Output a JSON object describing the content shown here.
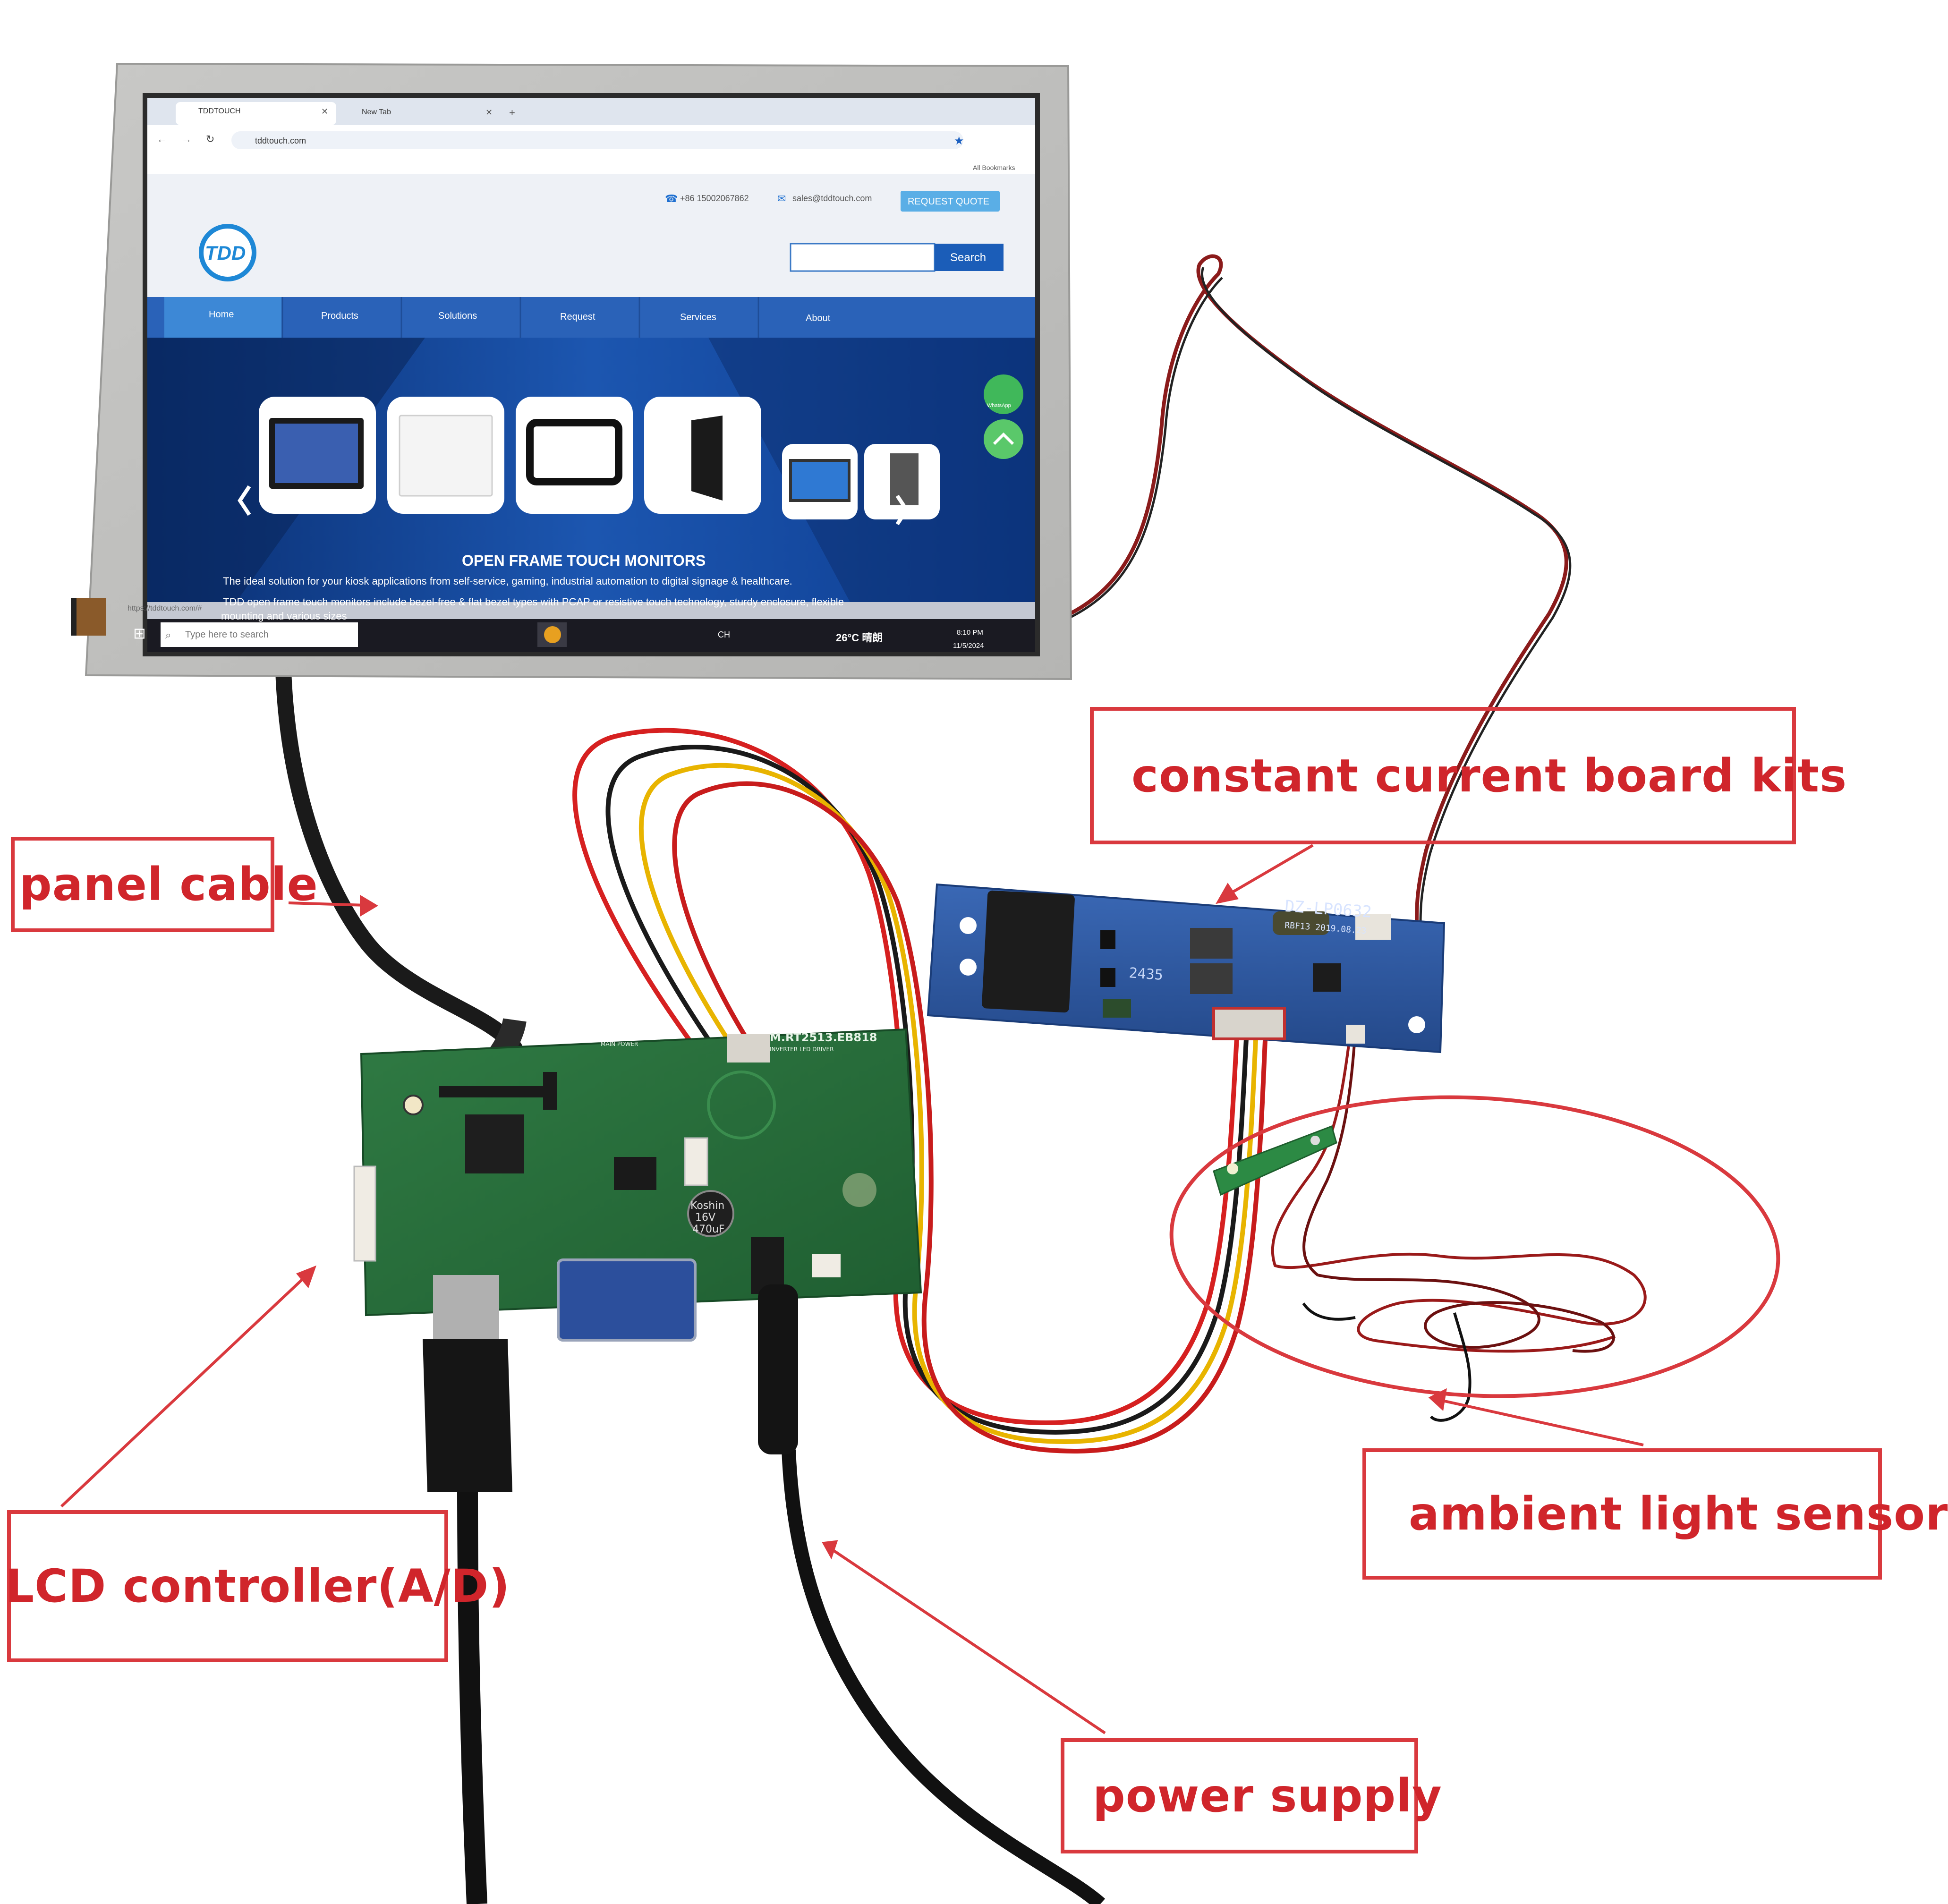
{
  "callouts": {
    "constant_current": "constant current board kits",
    "panel_cable": "panel cable",
    "lcd_controller": "LCD controller(A/D)",
    "ambient_light": "ambient light sensor",
    "power_supply": "power supply"
  },
  "screen": {
    "tab1": "TDDTOUCH",
    "tab2": "New Tab",
    "url": "tddtouch.com",
    "bookmarks": "All Bookmarks",
    "phone": "+86 15002067862",
    "email": "sales@tddtouch.com",
    "request_quote": "REQUEST QUOTE",
    "logo": "TDD",
    "search_button": "Search",
    "nav": [
      "Home",
      "Products",
      "Solutions",
      "Request",
      "Services",
      "About"
    ],
    "whatsapp": "WhatsApp",
    "headline": "OPEN FRAME TOUCH MONITORS",
    "desc1": "The ideal solution for your kiosk applications from self-service, gaming, industrial automation to digital signage & healthcare.",
    "desc2": "TDD open frame touch monitors include bezel-free & flat bezel types with PCAP or resistive touch technology, sturdy enclosure, flexible",
    "desc3": "mounting and various sizes",
    "status_url": "https://tddtouch.com/#",
    "taskbar_search": "Type here to search",
    "lang": "CH",
    "weather": "26°C 晴朗",
    "time": "8:10 PM",
    "date": "11/5/2024"
  },
  "boards": {
    "cc_board_label": "DZ-LP0632",
    "cc_board_sub": "RBF13 2019.08.23",
    "controller_label": "M.RT2513.EB818",
    "controller_sub1": "MAIN POWER",
    "controller_sub2": "INVERTER   LED DRIVER",
    "cap_brand": "Koshin",
    "cap_voltage": "16V",
    "cap_value": "470uF",
    "cap_mark": "2435"
  }
}
